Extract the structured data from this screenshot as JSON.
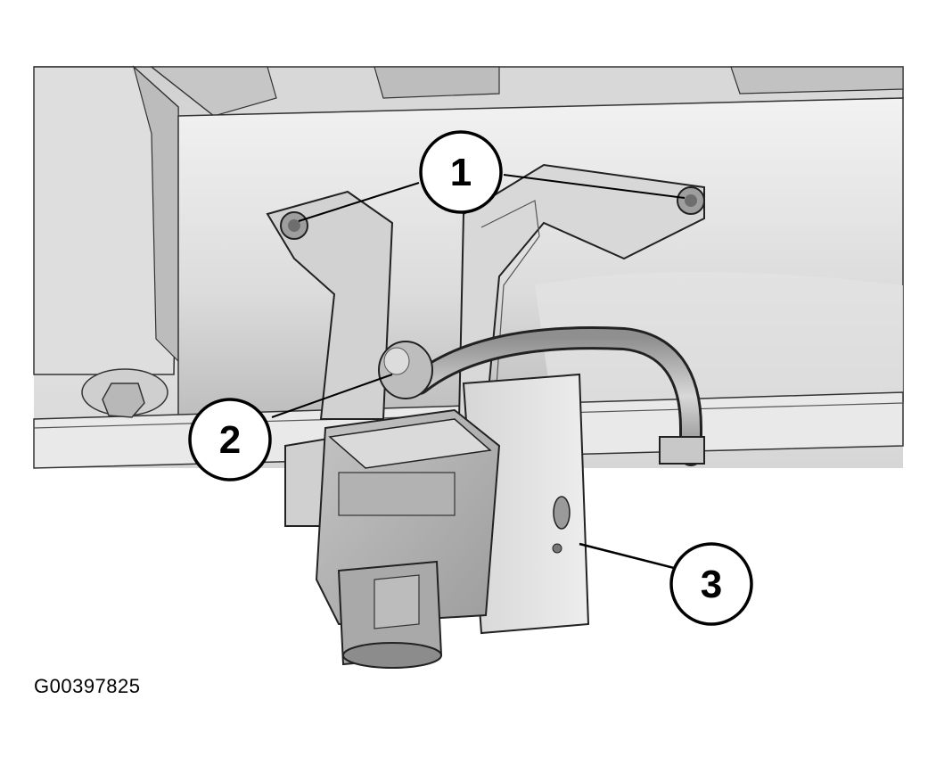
{
  "figure": {
    "id": "G00397825"
  },
  "callouts": [
    {
      "label": "1"
    },
    {
      "label": "2"
    },
    {
      "label": "3"
    }
  ],
  "colors": {
    "outline": "#000000",
    "metal_light": "#e6e6e6",
    "metal_mid": "#c8c8c8",
    "metal_dark": "#9a9a9a",
    "background": "#ffffff"
  }
}
